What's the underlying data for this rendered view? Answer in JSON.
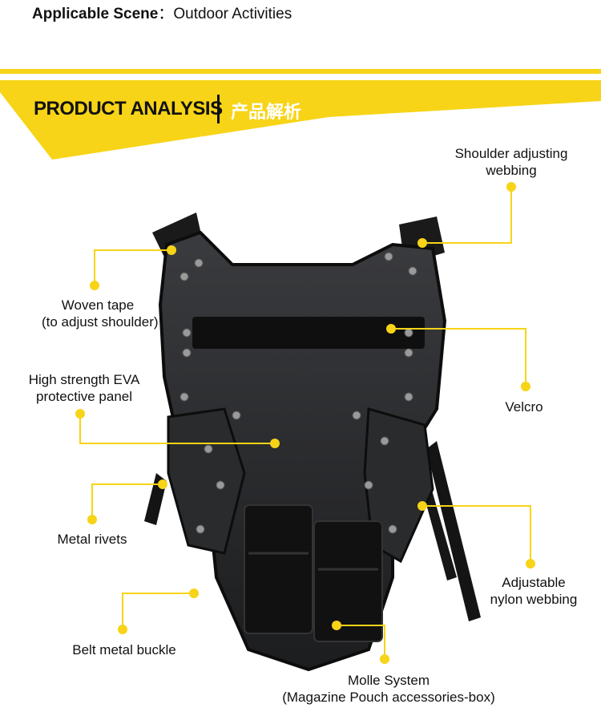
{
  "scene": {
    "label": "Applicable Scene",
    "sep": "：",
    "value": "Outdoor Activities"
  },
  "banner": {
    "title_en": "PRODUCT ANALYSIS",
    "title_cn": "产品解析",
    "accent": "#f7d417"
  },
  "callouts": {
    "woven_tape": [
      "Woven tape",
      "(to adjust shoulder)"
    ],
    "eva_panel": [
      "High strength EVA",
      "protective panel"
    ],
    "metal_rivets": [
      "Metal rivets"
    ],
    "belt_buckle": [
      "Belt metal buckle"
    ],
    "molle": [
      "Molle System",
      "(Magazine Pouch accessories-box)"
    ],
    "shoulder_webbing": [
      "Shoulder adjusting",
      "webbing"
    ],
    "velcro": [
      "Velcro"
    ],
    "nylon_webbing": [
      "Adjustable",
      "nylon webbing"
    ]
  }
}
